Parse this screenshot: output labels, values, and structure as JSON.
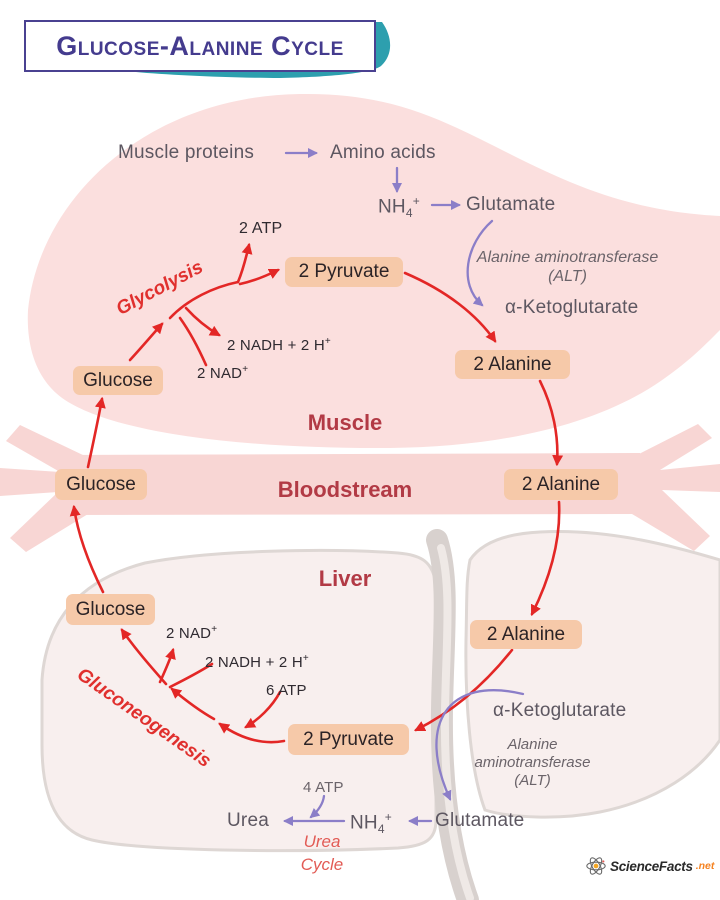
{
  "title": {
    "text": "Glucose-Alanine Cycle"
  },
  "muscle": {
    "region": "Muscle",
    "proteins": "Muscle proteins",
    "amino_acids": "Amino acids",
    "nh4_base": "NH",
    "nh4_sub": "4",
    "nh4_sup": "+",
    "glutamate": "Glutamate",
    "atp": "2 ATP",
    "glycolysis": "Glycolysis",
    "pyruvate": "2 Pyruvate",
    "alt_name": "Alanine aminotransferase",
    "alt_abbr": "(ALT)",
    "alpha_kg": "α-Ketoglutarate",
    "alanine": "2 Alanine",
    "nadh": "2 NADH + 2 H",
    "nadh_sup": "+",
    "nad": "2 NAD",
    "nad_sup": "+",
    "glucose": "Glucose"
  },
  "bloodstream": {
    "region": "Bloodstream",
    "glucose": "Glucose",
    "alanine": "2 Alanine"
  },
  "liver": {
    "region": "Liver",
    "glucose": "Glucose",
    "nad": "2 NAD",
    "nad_sup": "+",
    "nadh": "2 NADH + 2 H",
    "nadh_sup": "+",
    "atp6": "6 ATP",
    "gluconeogenesis": "Gluconeogenesis",
    "pyruvate": "2 Pyruvate",
    "alpha_kg": "α-Ketoglutarate",
    "alt_name_1": "Alanine",
    "alt_name_2": "aminotransferase",
    "alt_abbr": "(ALT)",
    "alanine": "2 Alanine",
    "atp4": "4 ATP",
    "urea": "Urea",
    "nh4_base": "NH",
    "nh4_sub": "4",
    "nh4_sup": "+",
    "glutamate": "Glutamate",
    "urea_cycle_1": "Urea",
    "urea_cycle_2": "Cycle"
  },
  "logo": {
    "brand": "ScienceFacts",
    "tld": ".net"
  },
  "colors": {
    "arrow_red": "#e32726",
    "arrow_purple": "#8b7ec8",
    "box_peach": "#f6c9a9",
    "muscle_pink": "#fbdfde",
    "bloodstream_pink": "#f8d6d4",
    "liver_fill": "#f8efee",
    "liver_gray": "#d8d1ce",
    "region_label_red": "#b23a45",
    "title_indigo": "#443b8e",
    "teal_accent": "#2d9fae",
    "urea_cycle_red": "#e25b55",
    "logo_tld_orange": "#f58220"
  }
}
